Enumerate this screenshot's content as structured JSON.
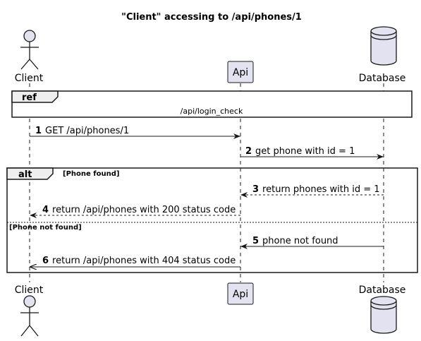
{
  "diagram": {
    "type": "sequence",
    "title": "\"Client\" accessing to /api/phones/1",
    "participants": {
      "client": {
        "label": "Client",
        "kind": "actor"
      },
      "api": {
        "label": "Api",
        "kind": "participant"
      },
      "database": {
        "label": "Database",
        "kind": "database"
      }
    },
    "ref": {
      "keyword": "ref",
      "text": "/api/login_check"
    },
    "messages": [
      {
        "num": "1",
        "label": "GET /api/phones/1",
        "from": "Client",
        "to": "Api",
        "style": "solid"
      },
      {
        "num": "2",
        "label": "get phone with id = 1",
        "from": "Api",
        "to": "Database",
        "style": "solid"
      },
      {
        "num": "3",
        "label": "return phones with id = 1",
        "from": "Database",
        "to": "Api",
        "style": "dashed"
      },
      {
        "num": "4",
        "label": "return /api/phones with 200 status code",
        "from": "Api",
        "to": "Client",
        "style": "dashed"
      },
      {
        "num": "5",
        "label": "phone not found",
        "from": "Database",
        "to": "Api",
        "style": "solid"
      },
      {
        "num": "6",
        "label": "return /api/phones with 404 status code",
        "from": "Api",
        "to": "Client",
        "style": "solid"
      }
    ],
    "alt": {
      "keyword": "alt",
      "guard_found": "[Phone found]",
      "guard_not_found": "[Phone not found]"
    },
    "colors": {
      "participant_fill": "#E2E2F0",
      "participant_border": "#181818",
      "lifeline": "#181818",
      "frame_tab": "#EEEEEE"
    }
  }
}
